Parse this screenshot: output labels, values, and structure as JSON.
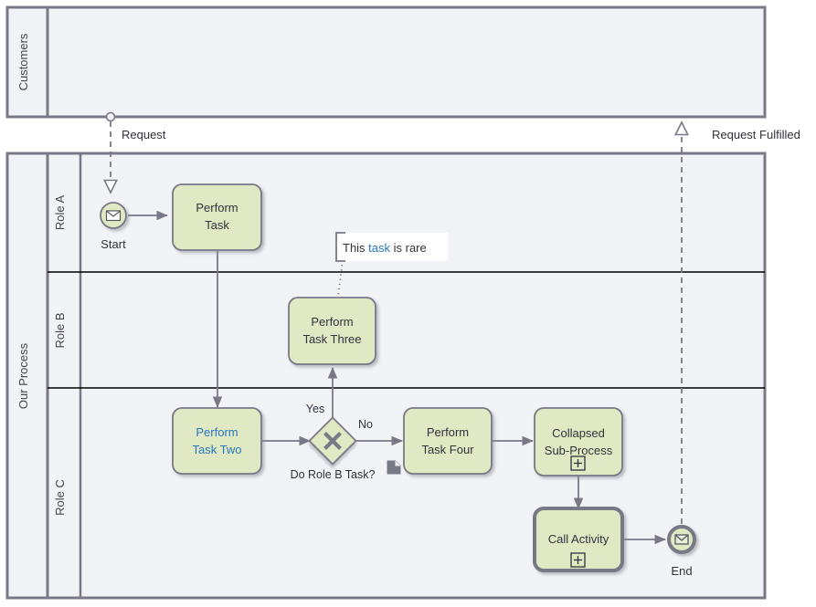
{
  "diagram": {
    "type": "bpmn-collaboration",
    "colors": {
      "pool_fill": "#f2f3f7",
      "pool_border": "#787887",
      "lane_divider": "#000000",
      "task_fill": "#e0e9c3",
      "task_border": "#787887",
      "link_text": "#2878be",
      "text": "#32323c",
      "connector": "#787887",
      "annotation_fill": "#ffffff"
    },
    "pools": [
      {
        "id": "customers",
        "name": "Customers",
        "lanes": []
      },
      {
        "id": "our-process",
        "name": "Our Process",
        "lanes": [
          {
            "id": "role-a",
            "name": "Role A"
          },
          {
            "id": "role-b",
            "name": "Role B"
          },
          {
            "id": "role-c",
            "name": "Role C"
          }
        ]
      }
    ],
    "events": [
      {
        "id": "start",
        "label": "Start",
        "kind": "message-start-event",
        "icon": "envelope-icon"
      },
      {
        "id": "end",
        "label": "End",
        "kind": "message-end-event",
        "icon": "envelope-icon"
      }
    ],
    "tasks": [
      {
        "id": "perform-task",
        "label_lines": [
          "Perform",
          "Task"
        ],
        "style": "task",
        "link": false
      },
      {
        "id": "perform-task-three",
        "label_lines": [
          "Perform",
          "Task Three"
        ],
        "style": "task",
        "link": false
      },
      {
        "id": "perform-task-two",
        "label_lines": [
          "Perform",
          "Task Two"
        ],
        "style": "task",
        "link": true
      },
      {
        "id": "perform-task-four",
        "label_lines": [
          "Perform",
          "Task Four"
        ],
        "style": "task",
        "link": false
      },
      {
        "id": "collapsed-sub-process",
        "label_lines": [
          "Collapsed",
          "Sub-Process"
        ],
        "style": "collapsed-subprocess",
        "marker": "plus",
        "link": false
      },
      {
        "id": "call-activity",
        "label_lines": [
          "Call Activity"
        ],
        "style": "call-activity",
        "marker": "plus",
        "link": false
      }
    ],
    "gateways": [
      {
        "id": "do-role-b-task",
        "label": "Do Role B Task?",
        "kind": "exclusive-gateway",
        "marker": "X"
      }
    ],
    "flow_labels": [
      {
        "id": "yes",
        "text": "Yes"
      },
      {
        "id": "no",
        "text": "No"
      }
    ],
    "message_flows": [
      {
        "id": "request",
        "label": "Request",
        "direction": "down"
      },
      {
        "id": "request-fulfilled",
        "label": "Request Fulfilled",
        "direction": "up"
      }
    ],
    "annotation": {
      "id": "task-is-rare-note",
      "prefix": "This ",
      "link": "task",
      "suffix": " is rare"
    },
    "data_object": {
      "id": "data-object-icon",
      "label": ""
    }
  }
}
